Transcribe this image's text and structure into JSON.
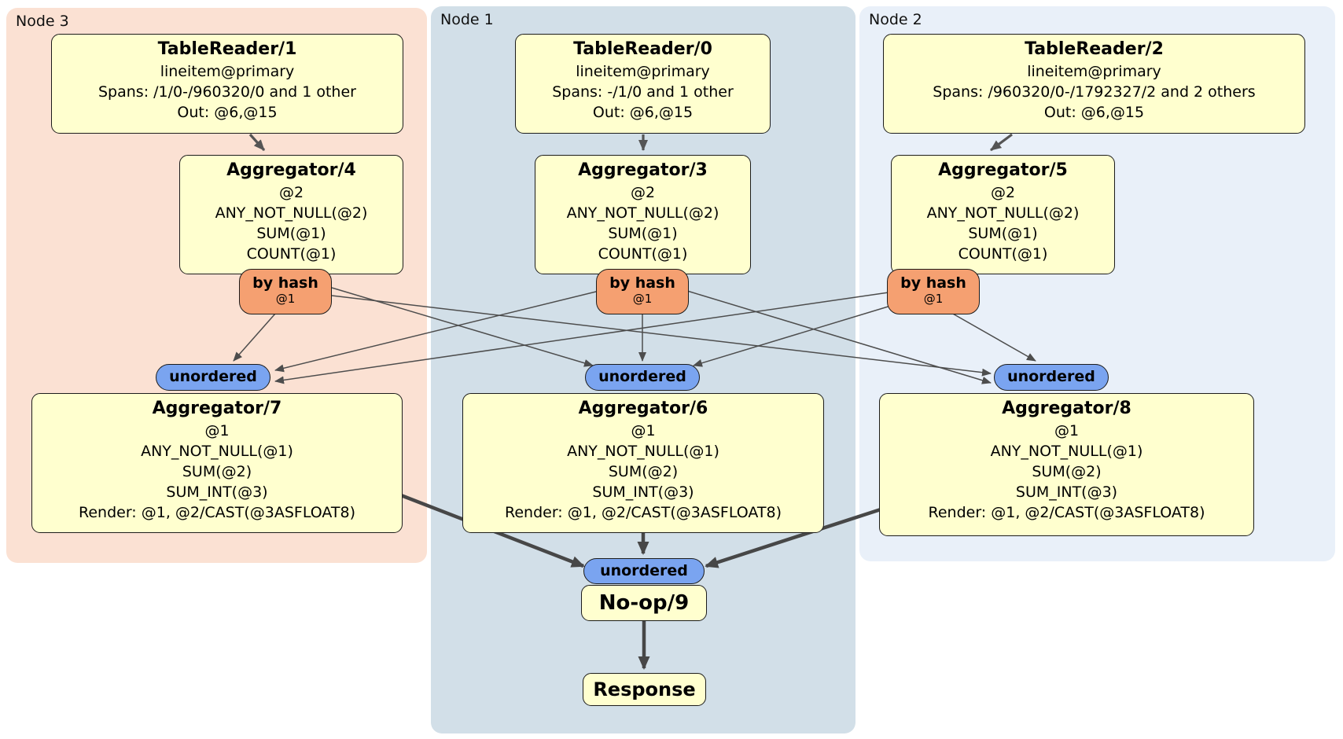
{
  "diagram": {
    "groups": [
      {
        "label": "Node 3"
      },
      {
        "label": "Node 1"
      },
      {
        "label": "Node 2"
      }
    ],
    "boxes": {
      "tr1": {
        "title": "TableReader/1",
        "lines": [
          "lineitem@primary",
          "Spans: /1/0-/960320/0 and 1 other",
          "Out: @6,@15"
        ]
      },
      "tr0": {
        "title": "TableReader/0",
        "lines": [
          "lineitem@primary",
          "Spans: -/1/0 and 1 other",
          "Out: @6,@15"
        ]
      },
      "tr2": {
        "title": "TableReader/2",
        "lines": [
          "lineitem@primary",
          "Spans: /960320/0-/1792327/2 and 2 others",
          "Out: @6,@15"
        ]
      },
      "agg4": {
        "title": "Aggregator/4",
        "lines": [
          "@2",
          "ANY_NOT_NULL(@2)",
          "SUM(@1)",
          "COUNT(@1)"
        ]
      },
      "agg3": {
        "title": "Aggregator/3",
        "lines": [
          "@2",
          "ANY_NOT_NULL(@2)",
          "SUM(@1)",
          "COUNT(@1)"
        ]
      },
      "agg5": {
        "title": "Aggregator/5",
        "lines": [
          "@2",
          "ANY_NOT_NULL(@2)",
          "SUM(@1)",
          "COUNT(@1)"
        ]
      },
      "agg7": {
        "title": "Aggregator/7",
        "lines": [
          "@1",
          "ANY_NOT_NULL(@1)",
          "SUM(@2)",
          "SUM_INT(@3)",
          "Render: @1, @2/CAST(@3ASFLOAT8)"
        ]
      },
      "agg6": {
        "title": "Aggregator/6",
        "lines": [
          "@1",
          "ANY_NOT_NULL(@1)",
          "SUM(@2)",
          "SUM_INT(@3)",
          "Render: @1, @2/CAST(@3ASFLOAT8)"
        ]
      },
      "agg8": {
        "title": "Aggregator/8",
        "lines": [
          "@1",
          "ANY_NOT_NULL(@1)",
          "SUM(@2)",
          "SUM_INT(@3)",
          "Render: @1, @2/CAST(@3ASFLOAT8)"
        ]
      },
      "noop": {
        "title": "No-op/9"
      },
      "response": {
        "title": "Response"
      }
    },
    "routers": [
      {
        "label": "by hash",
        "detail": "@1"
      },
      {
        "label": "by hash",
        "detail": "@1"
      },
      {
        "label": "by hash",
        "detail": "@1"
      }
    ],
    "syncs": [
      {
        "label": "unordered"
      },
      {
        "label": "unordered"
      },
      {
        "label": "unordered"
      },
      {
        "label": "unordered"
      }
    ],
    "colors": {
      "node3_bg": "#fbe1d3",
      "node1_bg": "#d2dfe8",
      "node2_bg": "#e9f0f9",
      "box_bg": "#ffffcf",
      "router_bg": "#f5a071",
      "sync_bg": "#7aa4f0",
      "edge_thin": "#4d4d4d",
      "edge_thick": "#474747"
    }
  }
}
